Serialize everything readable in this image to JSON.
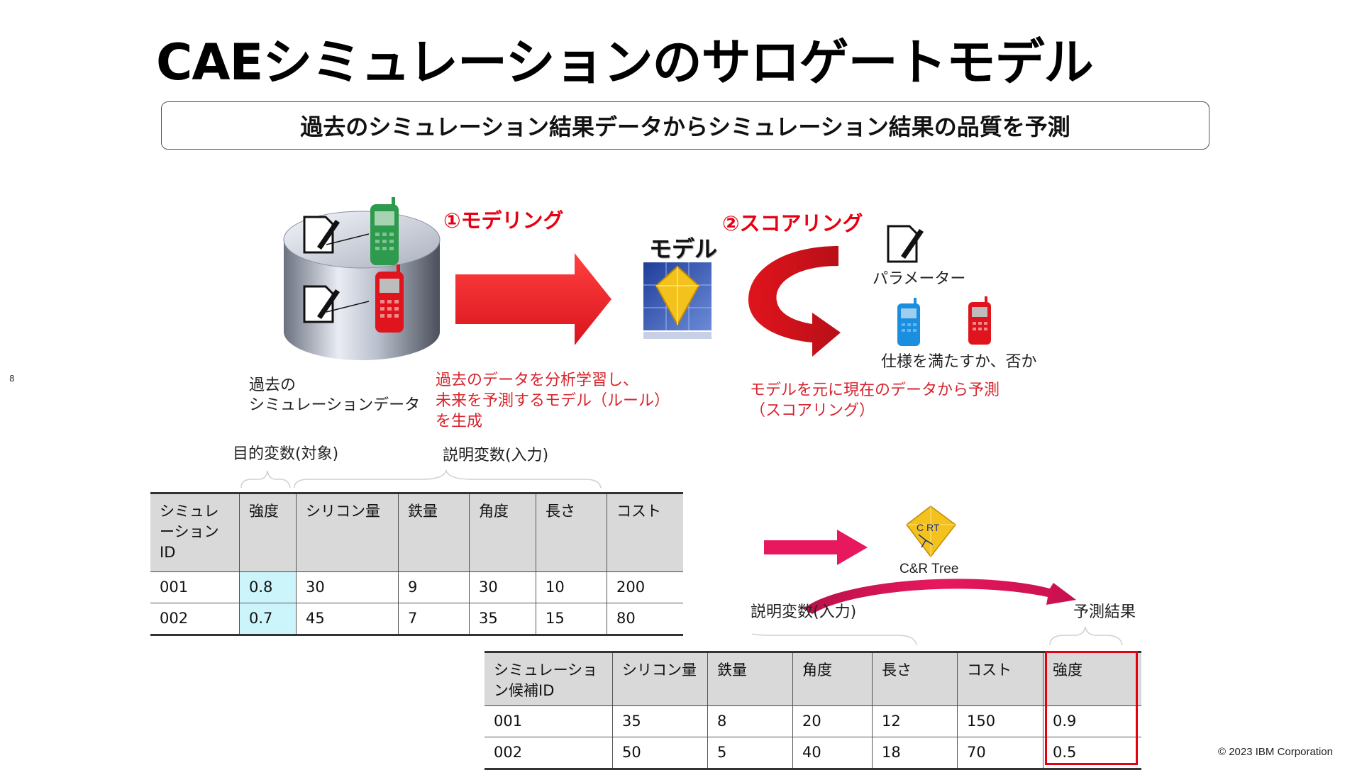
{
  "title": "CAEシミュレーションのサロゲートモデル",
  "subtitle": "過去のシミュレーション結果データからシミュレーション結果の品質を予測",
  "slide_number": "8",
  "copyright": "© 2023 IBM Corporation",
  "flow": {
    "step1_label": "①モデリング",
    "step2_label": "②スコアリング",
    "model_label": "モデル",
    "database_caption": "過去の\nシミュレーションデータ",
    "step1_desc": "過去のデータを分析学習し、\n未来を予測するモデル（ルール）\nを生成",
    "step2_desc": "モデルを元に現在のデータから予測\n（スコアリング）",
    "parameter_label": "パラメーター",
    "spec_question": "仕様を満たすか、否か"
  },
  "training_table": {
    "target_label": "目的変数(対象)",
    "explanatory_label": "説明変数(入力)",
    "headers": [
      "シミュレ\nーション\nID",
      "強度",
      "シリコン量",
      "鉄量",
      "角度",
      "長さ",
      "コスト"
    ],
    "rows": [
      [
        "001",
        "0.8",
        "30",
        "9",
        "30",
        "10",
        "200"
      ],
      [
        "002",
        "0.7",
        "45",
        "7",
        "35",
        "15",
        "80"
      ]
    ]
  },
  "scoring": {
    "algorithm_label": "C&R Tree",
    "algorithm_icon_text": "C RT",
    "explanatory_label": "説明変数(入力)",
    "prediction_label": "予測結果"
  },
  "scoring_table": {
    "headers": [
      "シミュレーショ\nン候補ID",
      "シリコン量",
      "鉄量",
      "角度",
      "長さ",
      "コスト",
      "強度"
    ],
    "rows": [
      [
        "001",
        "35",
        "8",
        "20",
        "12",
        "150",
        "0.9"
      ],
      [
        "002",
        "50",
        "5",
        "40",
        "18",
        "70",
        "0.5"
      ]
    ]
  },
  "colors": {
    "accent_red": "#e60012",
    "highlight_cyan": "#ccf5fb",
    "arrow_pink": "#e8185e",
    "phone_green": "#2e9a4e",
    "phone_red": "#e0141c",
    "phone_blue": "#1a8fe0"
  },
  "icons": [
    "document-icon",
    "mobile-phone-icon",
    "database-icon",
    "model-gem-icon",
    "arrow-right-icon",
    "curved-arrow-icon",
    "cr-tree-icon"
  ]
}
